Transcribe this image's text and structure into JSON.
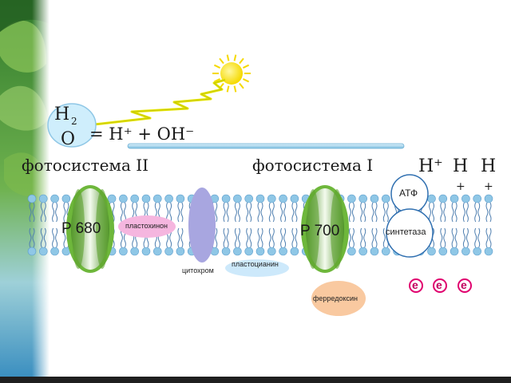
{
  "equation": {
    "h2o_h": "H",
    "h2o_sub": "2",
    "h2o_o": "O",
    "rest": "= H⁺ + OH⁻"
  },
  "labels": {
    "photosystem2": "фотосистема II",
    "photosystem1": "фотосистема I",
    "p680": "P 680",
    "p700": "P 700",
    "plastoquinone": "пластохинон",
    "cytochrome": "цитохром",
    "plastocyanin": "пластоцианин",
    "ferredoxin": "ферредоксин",
    "atp": "АТФ",
    "synthase": "синтетаза"
  },
  "protons": {
    "p1": "H⁺",
    "p2_h": "H",
    "p2_plus": "+",
    "p3_h": "H",
    "p3_plus": "+"
  },
  "electrons": [
    "e",
    "e",
    "e"
  ],
  "colors": {
    "leaf": "#4f9b3e",
    "membrane_head": "#8fc7e6",
    "membrane_tail": "#4f7fb0",
    "photosystem": "#7cc94a",
    "plastoquinone": "#f5b6df",
    "cytochrome": "#a8a6e0",
    "plastocyanin": "#cde9fb",
    "ferredoxin": "#f9c9a0",
    "sun": "#ffe800",
    "electron": "#e0006e"
  }
}
